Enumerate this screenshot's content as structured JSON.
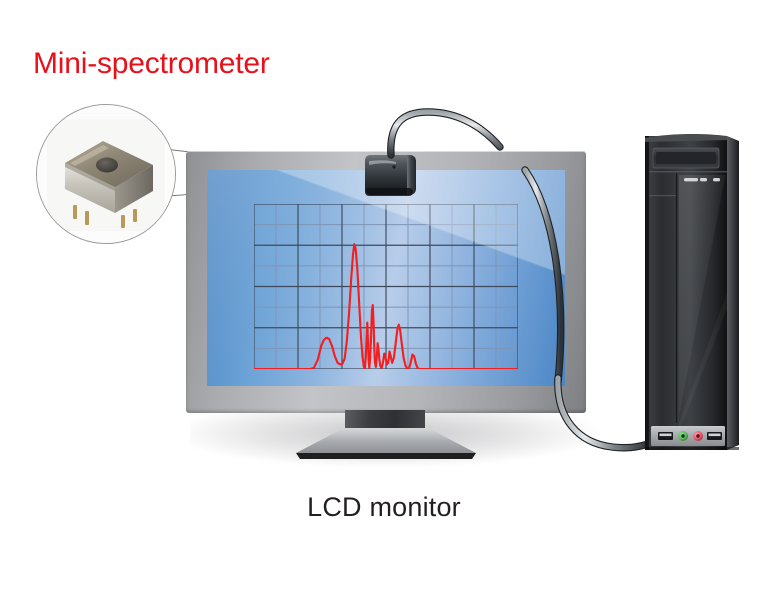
{
  "labels": {
    "title": "Mini-spectrometer",
    "caption": "LCD monitor"
  },
  "colors": {
    "title_red": "#e8101b",
    "caption_dark": "#231f20",
    "trace_red": "#f51d1d",
    "screen_blue_mid": "#b8cdea",
    "screen_blue_dark": "#2f72b8",
    "bezel_gray": "#b3b5b9",
    "tower_black": "#2a2a2c",
    "jack_green": "#5cb85c",
    "jack_red": "#e8596a",
    "gridline_minor": "#7f94b4",
    "gridline_major": "#3d4a5e"
  },
  "scene": {
    "inset": {
      "name": "mini-spectrometer-chip-photo",
      "description": "metallic rectangular sensor module with round aperture"
    },
    "sensor_on_monitor": {
      "name": "spectrometer-head"
    },
    "cable": {
      "name": "usb-cable"
    },
    "tower": {
      "name": "desktop-pc-tower",
      "optical_drive": "optical-drive-slot",
      "ports": [
        "usb-port",
        "audio-jack-green",
        "audio-jack-red",
        "usb-port"
      ]
    },
    "monitor": {
      "name": "lcd-monitor"
    }
  },
  "chart_data": {
    "type": "line",
    "title": "",
    "xlabel": "",
    "ylabel": "",
    "xlim": [
      0,
      12
    ],
    "ylim": [
      0,
      8
    ],
    "grid": true,
    "grid_cols": 12,
    "grid_rows": 8,
    "major_every": 2,
    "legend": "none",
    "series": [
      {
        "name": "spectrum",
        "color": "#f51d1d",
        "points": [
          [
            0.0,
            0.0
          ],
          [
            2.55,
            0.0
          ],
          [
            2.72,
            0.05
          ],
          [
            2.9,
            0.45
          ],
          [
            3.05,
            1.1
          ],
          [
            3.18,
            1.42
          ],
          [
            3.3,
            1.52
          ],
          [
            3.42,
            1.45
          ],
          [
            3.55,
            1.1
          ],
          [
            3.68,
            0.6
          ],
          [
            3.8,
            0.3
          ],
          [
            3.92,
            0.22
          ],
          [
            4.02,
            0.26
          ],
          [
            4.12,
            0.5
          ],
          [
            4.22,
            1.35
          ],
          [
            4.32,
            2.7
          ],
          [
            4.42,
            4.4
          ],
          [
            4.5,
            5.55
          ],
          [
            4.56,
            6.05
          ],
          [
            4.62,
            5.85
          ],
          [
            4.7,
            4.8
          ],
          [
            4.78,
            3.2
          ],
          [
            4.86,
            1.6
          ],
          [
            4.93,
            0.6
          ],
          [
            4.99,
            0.12
          ],
          [
            5.04,
            0.0
          ],
          [
            5.08,
            0.55
          ],
          [
            5.12,
            1.6
          ],
          [
            5.15,
            2.25
          ],
          [
            5.18,
            1.4
          ],
          [
            5.21,
            0.45
          ],
          [
            5.24,
            0.05
          ],
          [
            5.28,
            0.55
          ],
          [
            5.32,
            1.5
          ],
          [
            5.36,
            2.85
          ],
          [
            5.4,
            3.1
          ],
          [
            5.44,
            2.1
          ],
          [
            5.47,
            0.95
          ],
          [
            5.5,
            0.3
          ],
          [
            5.54,
            0.1
          ],
          [
            5.58,
            0.55
          ],
          [
            5.62,
            1.25
          ],
          [
            5.66,
            0.95
          ],
          [
            5.7,
            0.45
          ],
          [
            5.74,
            0.15
          ],
          [
            5.8,
            0.05
          ],
          [
            5.86,
            0.3
          ],
          [
            5.92,
            0.75
          ],
          [
            5.98,
            0.55
          ],
          [
            6.04,
            0.22
          ],
          [
            6.1,
            0.3
          ],
          [
            6.16,
            0.85
          ],
          [
            6.22,
            0.6
          ],
          [
            6.28,
            0.3
          ],
          [
            6.36,
            0.55
          ],
          [
            6.44,
            1.25
          ],
          [
            6.52,
            1.95
          ],
          [
            6.58,
            2.15
          ],
          [
            6.64,
            1.9
          ],
          [
            6.72,
            1.2
          ],
          [
            6.8,
            0.55
          ],
          [
            6.88,
            0.18
          ],
          [
            6.96,
            0.02
          ],
          [
            7.04,
            0.0
          ],
          [
            7.12,
            0.3
          ],
          [
            7.2,
            0.7
          ],
          [
            7.28,
            0.62
          ],
          [
            7.36,
            0.25
          ],
          [
            7.44,
            0.04
          ],
          [
            7.52,
            0.0
          ],
          [
            12.0,
            0.0
          ]
        ]
      }
    ]
  }
}
